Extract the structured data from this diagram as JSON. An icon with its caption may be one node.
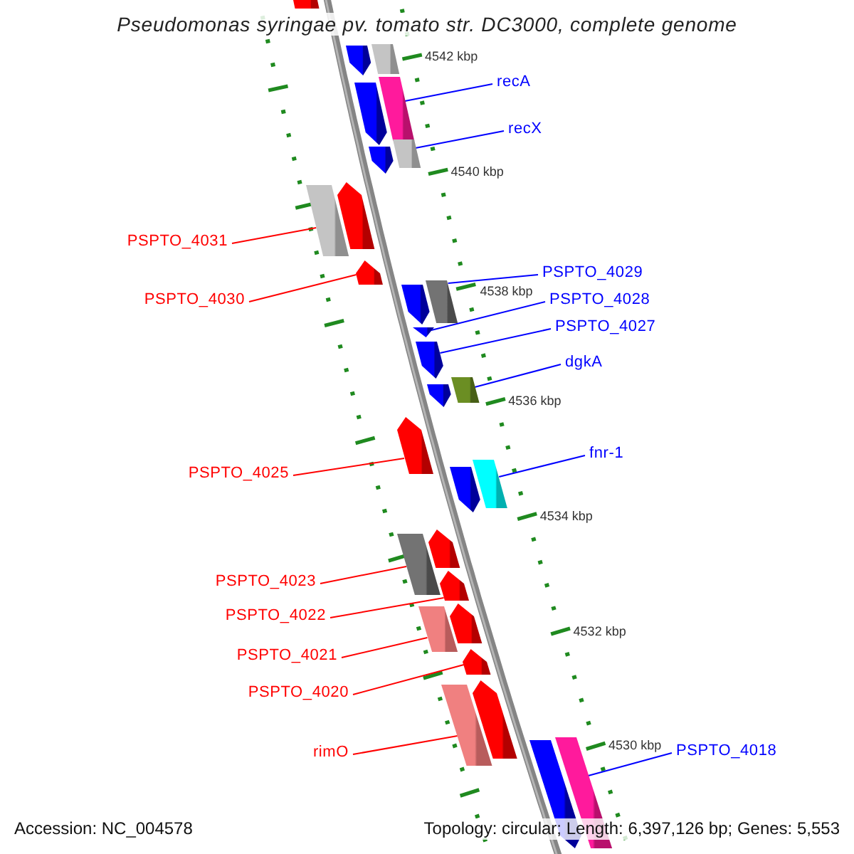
{
  "diagram": {
    "title": "Pseudomonas syringae pv. tomato str. DC3000, complete genome",
    "nodes": [
      {
        "text": [
          "recA"
        ]
      },
      {
        "text": [
          "recX"
        ]
      },
      {
        "text": [
          "PSPTO_4031"
        ]
      },
      {
        "text": [
          "PSPTO_4030"
        ]
      },
      {
        "text": [
          "PSPTO_4029"
        ]
      },
      {
        "text": [
          "PSPTO_4028"
        ]
      },
      {
        "text": [
          "PSPTO_4027"
        ]
      },
      {
        "text": [
          "dgkA"
        ]
      },
      {
        "text": [
          "PSPTO_4025"
        ]
      },
      {
        "text": [
          "fnr-1"
        ]
      },
      {
        "text": [
          "PSPTO_4023"
        ]
      },
      {
        "text": [
          "PSPTO_4022"
        ]
      },
      {
        "text": [
          "PSPTO_4021"
        ]
      },
      {
        "text": [
          "PSPTO_4020"
        ]
      },
      {
        "text": [
          "rimO"
        ]
      },
      {
        "text": [
          "PSPTO_4018"
        ]
      },
      {
        "text": [],
        "shape": "box"
      },
      {
        "text": [],
        "shape": "box"
      },
      {
        "text": [],
        "shape": "arrow"
      },
      {
        "text": [],
        "shape": "box"
      },
      {
        "text": [],
        "shape": "arrow"
      },
      {
        "text": [],
        "shape": "box"
      },
      {
        "text": [],
        "shape": "arrow"
      },
      {
        "text": [],
        "shape": "box"
      },
      {
        "text": [],
        "shape": "arrow"
      },
      {
        "text": [],
        "shape": "arrow"
      },
      {
        "text": [],
        "shape": "box"
      },
      {
        "text": [],
        "shape": "arrow"
      },
      {
        "text": [],
        "shape": "arrow"
      },
      {
        "text": [],
        "shape": "arrow"
      },
      {
        "text": [],
        "shape": "box"
      },
      {
        "text": [],
        "shape": "arrow"
      },
      {
        "text": [],
        "shape": "arrow"
      },
      {
        "text": [],
        "shape": "box"
      },
      {
        "text": [],
        "shape": "arrow"
      },
      {
        "text": [],
        "shape": "box"
      },
      {
        "text": [],
        "shape": "arrow"
      },
      {
        "text": [],
        "shape": "arrow"
      },
      {
        "text": [],
        "shape": "arrow"
      },
      {
        "text": [],
        "shape": "box"
      },
      {
        "text": [],
        "shape": "arrow"
      },
      {
        "text": [],
        "shape": "arrow"
      },
      {
        "text": [],
        "shape": "box"
      },
      {
        "text": [],
        "shape": "box"
      },
      {
        "text": [],
        "shape": "arrow"
      }
    ],
    "edges": [
      {
        "from": 0,
        "to": 19,
        "arrow": "none",
        "color": "#0000ff"
      },
      {
        "from": 1,
        "to": 21,
        "arrow": "none",
        "color": "#0000ff"
      },
      {
        "from": 2,
        "to": 23,
        "arrow": "none",
        "color": "#ff0000"
      },
      {
        "from": 3,
        "to": 25,
        "arrow": "none",
        "color": "#ff0000"
      },
      {
        "from": 4,
        "to": 26,
        "arrow": "none",
        "color": "#0000ff"
      },
      {
        "from": 5,
        "to": 28,
        "arrow": "none",
        "color": "#0000ff"
      },
      {
        "from": 6,
        "to": 29,
        "arrow": "none",
        "color": "#0000ff"
      },
      {
        "from": 7,
        "to": 30,
        "arrow": "none",
        "color": "#0000ff"
      },
      {
        "from": 8,
        "to": 32,
        "arrow": "none",
        "color": "#ff0000"
      },
      {
        "from": 9,
        "to": 33,
        "arrow": "none",
        "color": "#0000ff"
      },
      {
        "from": 10,
        "to": 35,
        "arrow": "none",
        "color": "#ff0000"
      },
      {
        "from": 11,
        "to": 37,
        "arrow": "none",
        "color": "#ff0000"
      },
      {
        "from": 12,
        "to": 39,
        "arrow": "none",
        "color": "#ff0000"
      },
      {
        "from": 13,
        "to": 40,
        "arrow": "none",
        "color": "#ff0000"
      },
      {
        "from": 14,
        "to": 42,
        "arrow": "none",
        "color": "#ff0000"
      },
      {
        "from": 15,
        "to": 43,
        "arrow": "none",
        "color": "#0000ff"
      }
    ],
    "labels": [
      "4542 kbp",
      "4540 kbp",
      "4538 kbp",
      "4536 kbp",
      "4534 kbp",
      "4532 kbp",
      "4530 kbp",
      "Accession: NC_004578",
      "Topology: circular; Length: 6,397,126 bp; Genes: 5,553"
    ]
  }
}
